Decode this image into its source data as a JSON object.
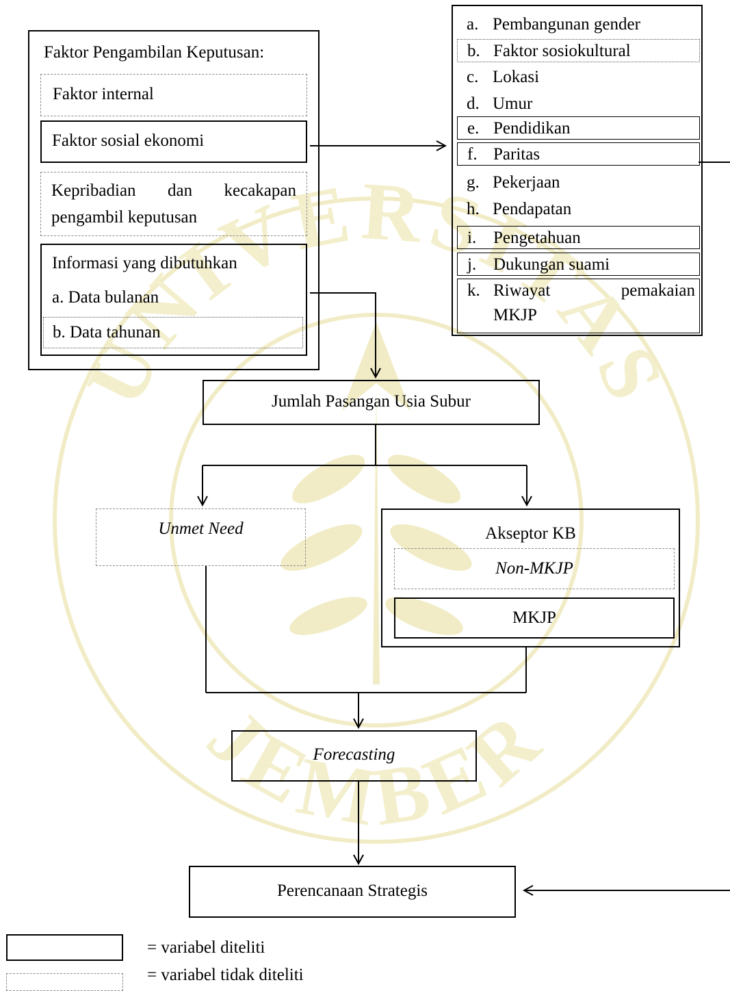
{
  "decision_box": {
    "title": "Faktor Pengambilan Keputusan:",
    "internal": "Faktor internal",
    "socioeconomic": "Faktor sosial ekonomi",
    "personality_line1": "Kepribadian dan kecakapan",
    "personality_line2": "pengambil keputusan",
    "info_title": "Informasi yang dibutuhkan",
    "info_a": "a. Data bulanan",
    "info_b": "b. Data tahunan"
  },
  "factors_list": [
    {
      "letter": "a.",
      "label": "Pembangunan gender",
      "style": "none"
    },
    {
      "letter": "b.",
      "label": "Faktor sosiokultural",
      "style": "dotted"
    },
    {
      "letter": "c.",
      "label": "Lokasi",
      "style": "none"
    },
    {
      "letter": "d.",
      "label": "Umur",
      "style": "none"
    },
    {
      "letter": "e.",
      "label": "Pendidikan",
      "style": "thin"
    },
    {
      "letter": "f.",
      "label": "Paritas",
      "style": "thin"
    },
    {
      "letter": "g.",
      "label": "Pekerjaan",
      "style": "none"
    },
    {
      "letter": "h.",
      "label": "Pendapatan",
      "style": "none"
    },
    {
      "letter": "i.",
      "label": "Pengetahuan",
      "style": "thin"
    },
    {
      "letter": "j.",
      "label": "Dukungan suami",
      "style": "thin"
    },
    {
      "letter": "k.",
      "label": "Riwayat pemakaian MKJP",
      "style": "thin"
    }
  ],
  "factors_k_line1a": "Riwayat",
  "factors_k_line1b": "pemakaian",
  "factors_k_line2": "MKJP",
  "nodes": {
    "pus": "Jumlah Pasangan Usia Subur",
    "unmet": "Unmet Need",
    "akseptor": "Akseptor KB",
    "non_mkjp": "Non-MKJP",
    "mkjp": "MKJP",
    "forecasting": "Forecasting",
    "strategy": "Perencanaan Strategis"
  },
  "legend": {
    "solid_label": "= variabel diteliti",
    "dashed_label": "= variabel tidak diteliti"
  },
  "watermark": {
    "top_text": "UNIVERSITAS",
    "bottom_text": "JEMBER",
    "color": "#f3efcd"
  }
}
